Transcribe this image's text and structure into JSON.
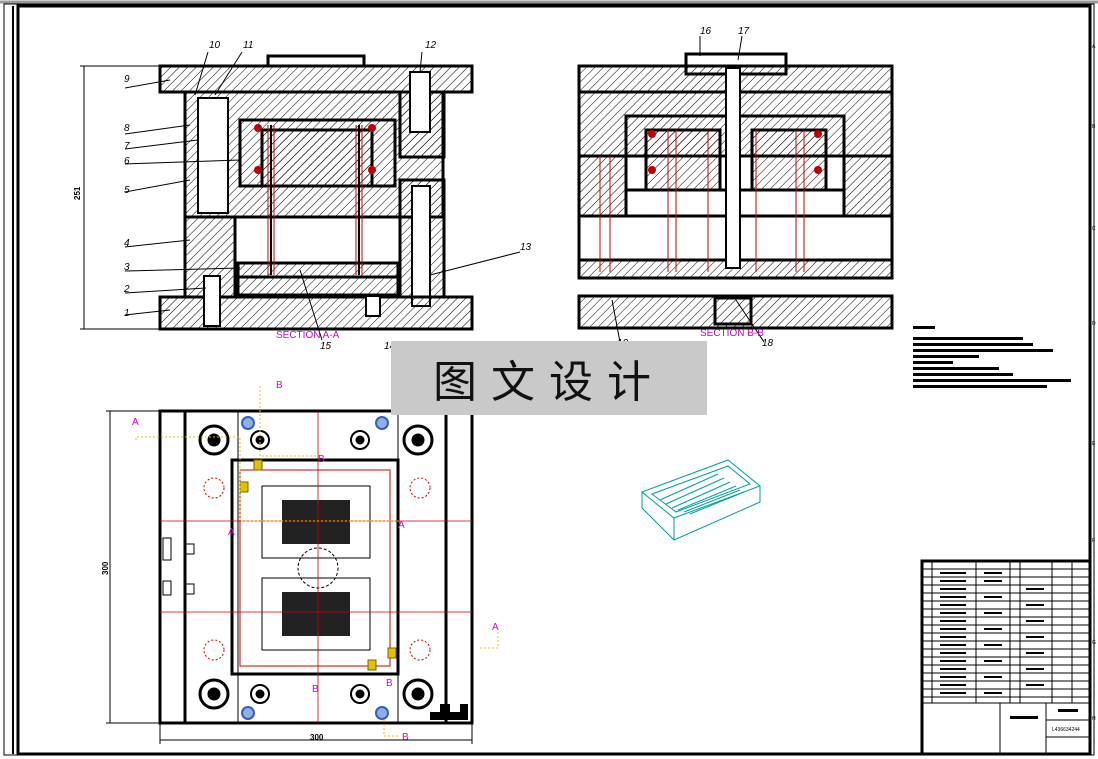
{
  "section_views": {
    "a": {
      "caption": "SECTION A-A"
    },
    "b": {
      "caption": "SECTION B-B"
    }
  },
  "part_labels_left": [
    "10",
    "11",
    "12",
    "9",
    "8",
    "7",
    "6",
    "5",
    "4",
    "3",
    "2",
    "1",
    "13",
    "15",
    "14"
  ],
  "part_labels_right": [
    "16",
    "17",
    "10",
    "18"
  ],
  "dimensions": {
    "height_left": "251",
    "plan_height": "300",
    "plan_width": "300"
  },
  "section_markers": {
    "a": "A",
    "b": "B"
  },
  "watermark": "图文设计",
  "title_block": {
    "drawing_number": "L436634244"
  },
  "border_letters": [
    "A",
    "B",
    "C",
    "D",
    "E",
    "F",
    "G",
    "H"
  ],
  "colors": {
    "hatch": "#000000",
    "guide_red": "#d00000",
    "section_magenta": "#d000d0",
    "product_cyan": "#00a0a0",
    "marker_yellow": "#e0c000",
    "bolt_blue": "#3060c0"
  }
}
